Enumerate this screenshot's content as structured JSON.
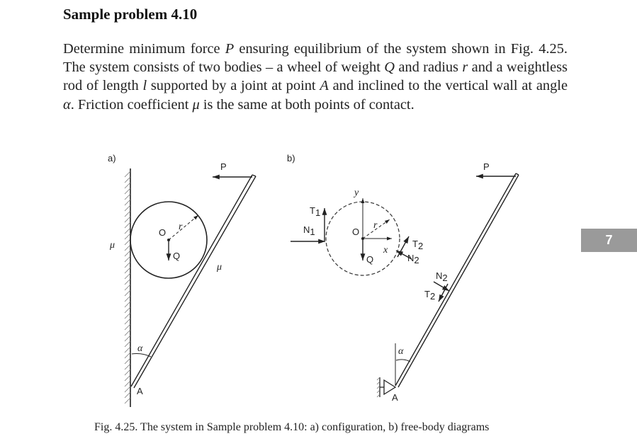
{
  "heading": "Sample problem 4.10",
  "paragraph": {
    "t1": "Determine minimum force ",
    "v1": "P",
    "t2": " ensuring equilibrium of the system shown in Fig. 4.25. The system consists of two bodies – a wheel of weight ",
    "v2": "Q",
    "t3": " and radius ",
    "v3": "r",
    "t4": " and a weightless rod of length ",
    "v4": "l",
    "t5": " supported by a joint at point ",
    "v5": "A",
    "t6": " and inclined to the vertical wall at angle ",
    "v6": "α",
    "t7": ". Friction coefficient ",
    "v7": "μ",
    "t8": " is the same at both points of contact."
  },
  "figure": {
    "a": {
      "panel_label": "a)",
      "force_label": "P",
      "center_label": "O",
      "radius_label": "r",
      "weight_label": "Q",
      "mu_wall_label": "μ",
      "mu_rod_label": "μ",
      "angle_label": "α",
      "joint_label": "A"
    },
    "b": {
      "panel_label": "b)",
      "force_label": "P",
      "y_axis_label": "y",
      "x_axis_label": "x",
      "center_label": "O",
      "radius_label": "r",
      "weight_label": "Q",
      "t1": "T",
      "t1_sub": "1",
      "n1": "N",
      "n1_sub": "1",
      "t2_wheel": "T",
      "t2_wheel_sub": "2",
      "n2_wheel": "N",
      "n2_wheel_sub": "2",
      "n2_rod": "N",
      "n2_rod_sub": "2",
      "t2_rod": "T",
      "t2_rod_sub": "2",
      "angle_label": "α",
      "joint_label": "A"
    }
  },
  "caption": "Fig. 4.25. The system in Sample problem 4.10: a) configuration, b) free-body diagrams",
  "chapter_tab": "7"
}
